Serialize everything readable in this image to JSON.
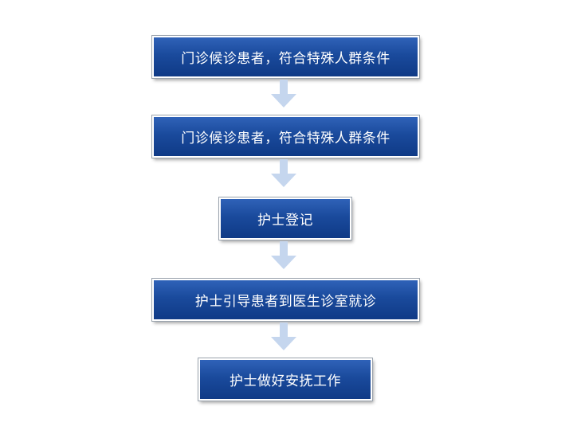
{
  "flowchart": {
    "steps": [
      {
        "label": "门诊候诊患者，符合特殊人群条件"
      },
      {
        "label": "门诊候诊患者，符合特殊人群条件"
      },
      {
        "label": "护士登记"
      },
      {
        "label": "护士引导患者到医生诊室就诊"
      },
      {
        "label": "护士做好安抚工作"
      }
    ],
    "colors": {
      "box_fill": "#1a4a9c",
      "box_text": "#ffffff",
      "arrow": "#c5d6ee"
    }
  }
}
